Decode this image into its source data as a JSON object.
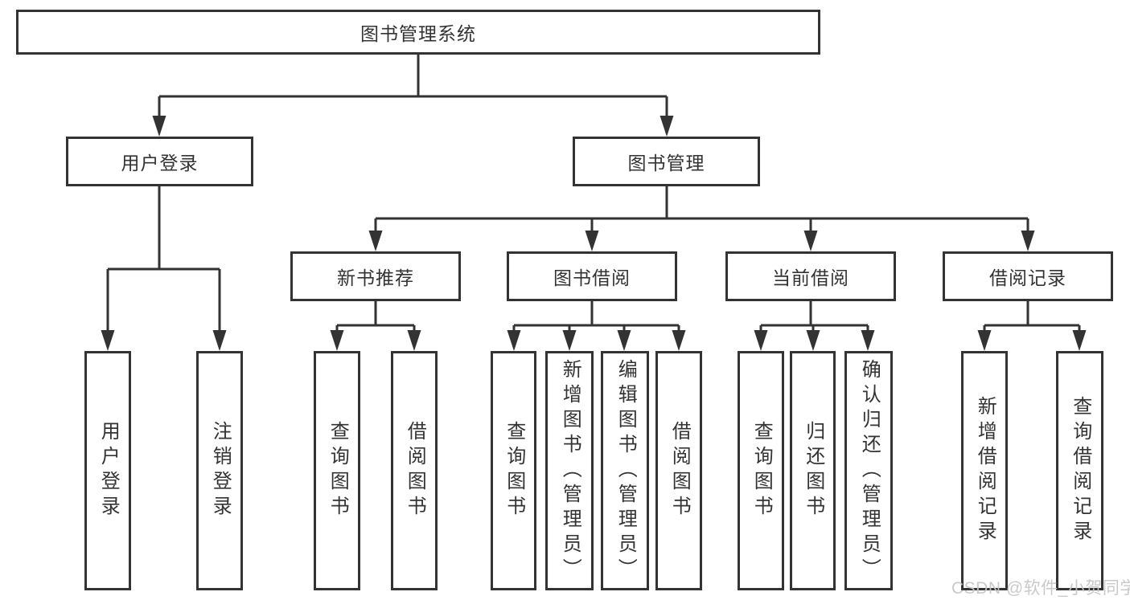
{
  "colors": {
    "line": "#333333",
    "text": "#333333",
    "box_background": "#ffffff",
    "watermark": "#c6c6c6"
  },
  "watermark": "CSDN @软件_小贺同学",
  "tree": {
    "root": {
      "label": "图书管理系统"
    },
    "branches": [
      {
        "label": "用户登录",
        "children": [
          {
            "label": "用户登录"
          },
          {
            "label": "注销登录"
          }
        ]
      },
      {
        "label": "图书管理",
        "groups": [
          {
            "label": "新书推荐",
            "children": [
              {
                "label": "查询图书"
              },
              {
                "label": "借阅图书"
              }
            ]
          },
          {
            "label": "图书借阅",
            "children": [
              {
                "label": "查询图书"
              },
              {
                "label": "新增图书（管理员）"
              },
              {
                "label": "编辑图书（管理员）"
              },
              {
                "label": "借阅图书"
              }
            ]
          },
          {
            "label": "当前借阅",
            "children": [
              {
                "label": "查询图书"
              },
              {
                "label": "归还图书"
              },
              {
                "label": "确认归还（管理员）"
              }
            ]
          },
          {
            "label": "借阅记录",
            "children": [
              {
                "label": "新增借阅记录"
              },
              {
                "label": "查询借阅记录"
              }
            ]
          }
        ]
      }
    ]
  }
}
